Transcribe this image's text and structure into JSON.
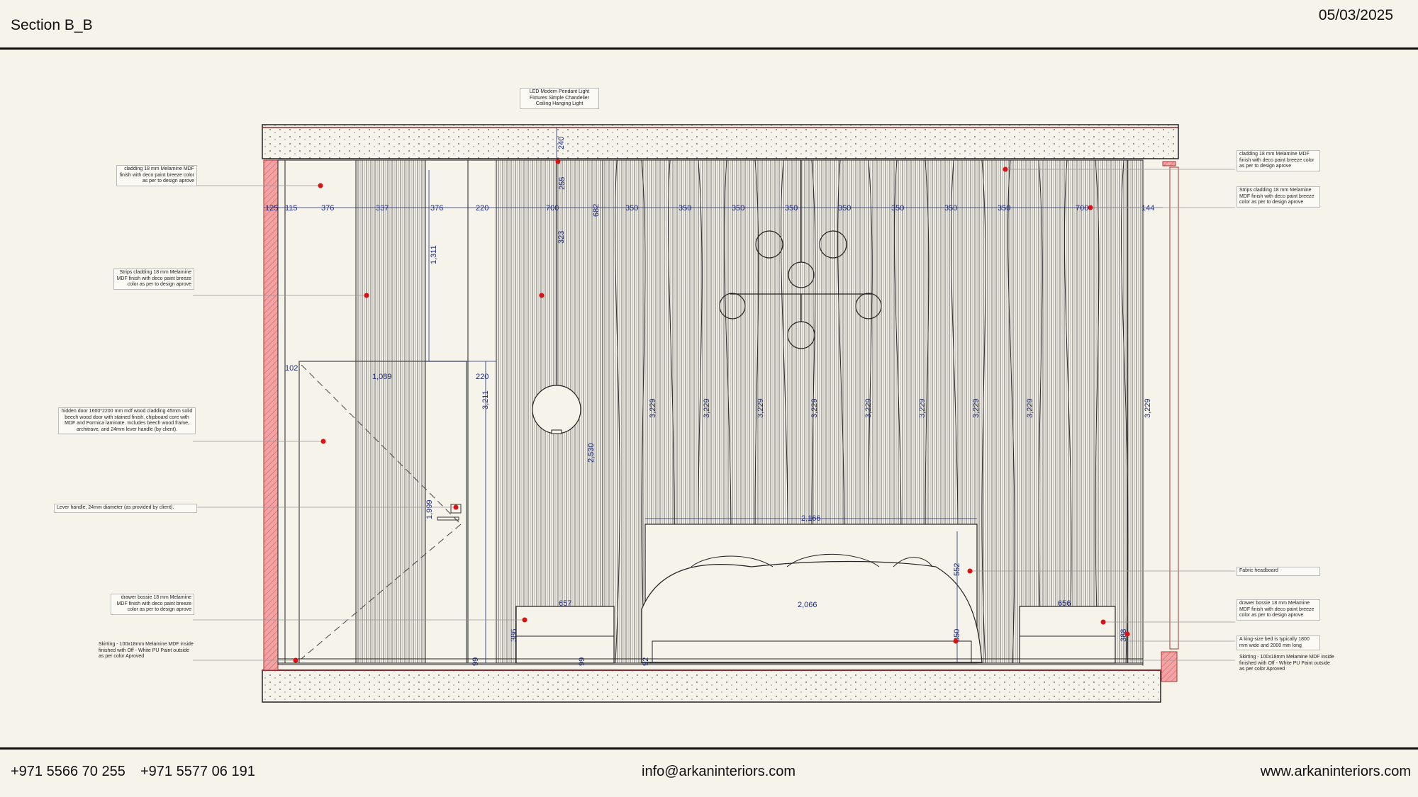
{
  "header": {
    "title": "Section B_B",
    "date": "05/03/2025"
  },
  "footer": {
    "phone1": "+971 5566 70 255",
    "phone2": "+971 5577 06 191",
    "email": "info@arkaninteriors.com",
    "website": "www.arkaninteriors.com"
  },
  "notes": {
    "pendant": "LED Modern Pendant Light Fixtures Simple Chandelier Ceiling Hanging Light",
    "cladding_left": "cladding 18 mm Melamine MDF finish with deco paint breeze color as per to design aprove",
    "strips_left": "Strips cladding 18 mm Melamine MDF finish with deco paint breeze color as per to design aprove",
    "hidden_door": "hidden door 1600*2200 mm mdf wood cladding 45mm solid beech wood door with stained finish, chipboard core with MDF and Formica laminate. Includes beech wood frame, architrave, and 24mm lever handle (by client).",
    "lever_handle": "Lever handle, 24mm diameter (as provided by client).",
    "drawer_left": "drawer bossie 18 mm Melamine MDF finish with deco paint breeze color as per to design aprove",
    "skirting_left": "Skirting - 100x18mm Melamine MDF inside finished with Off - White PU Paint outside as per color Aproved",
    "cladding_right": "cladding 18 mm Melamine MDF finish with deco paint breeze color as per to design aprove",
    "strips_right": "Strips cladding 18 mm Melamine MDF finish with deco paint breeze color as per to design aprove",
    "fabric_headboard": "Fabric headboard",
    "drawer_right": "drawer bossie 18 mm Melamine MDF finish with deco paint breeze color as per to design aprove",
    "king_bed": "A king-size bed is typically 1800 mm wide and 2000 mm long",
    "skirting_right": "Skirting - 100x18mm Melamine MDF inside finished with Off - White PU Paint outside as per color Aproved"
  },
  "dimensions": {
    "top_row": [
      "125",
      "115",
      "376",
      "337",
      "376",
      "220",
      "700",
      "350",
      "350",
      "350",
      "350",
      "350",
      "350",
      "350",
      "350",
      "700",
      "144"
    ],
    "ceiling": "240",
    "d255": "255",
    "d682": "682",
    "d323": "323",
    "d1311": "1,311",
    "d102": "102",
    "d1089": "1,089",
    "d220b": "220",
    "d3211": "3,211",
    "d2530": "2,530",
    "d1999": "1,999",
    "wall_heights": [
      "3,229",
      "3,229",
      "3,229",
      "3,229",
      "3,229",
      "3,229",
      "3,229",
      "3,229",
      "3,229"
    ],
    "d2166": "2,166",
    "d2066": "2,066",
    "d657": "657",
    "d656": "656",
    "d552": "552",
    "d386": "386",
    "d388": "388",
    "d350": "350",
    "d99": "99",
    "d92": "92",
    "d99b": "99"
  }
}
